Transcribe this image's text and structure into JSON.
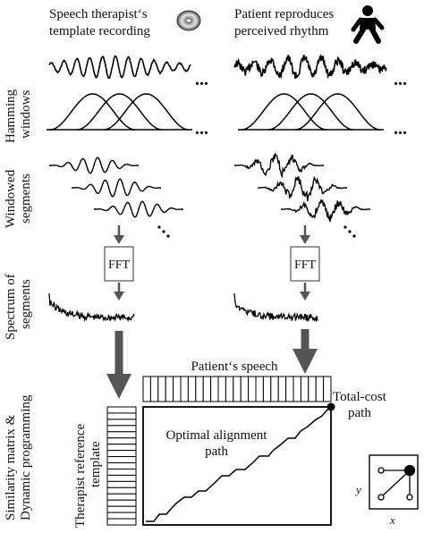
{
  "header": {
    "left": [
      "Speech therapist‘s",
      "template recording"
    ],
    "right": [
      "Patient reproduces",
      "perceived rhythm"
    ]
  },
  "rows": {
    "hamming": [
      "Hamming",
      "windows"
    ],
    "windowed": [
      "Windowed",
      "segments"
    ],
    "spectrum": [
      "Spectrum of",
      "segments"
    ],
    "similarity": [
      "Similarity matrix &",
      "Dynamic programming"
    ]
  },
  "ellipsis": "...",
  "fft_label": "FFT",
  "matrix": {
    "patient_speech": "Patient‘s speech",
    "therapist_ref": [
      "Therapist reference",
      "template"
    ],
    "total_cost": [
      "Total-cost",
      "path"
    ],
    "optimal": [
      "Optimal alignment",
      "path"
    ]
  },
  "inset": {
    "x_label": "x",
    "y_label": "y"
  },
  "icons": [
    "compact-disc-icon",
    "walking-person-icon"
  ]
}
